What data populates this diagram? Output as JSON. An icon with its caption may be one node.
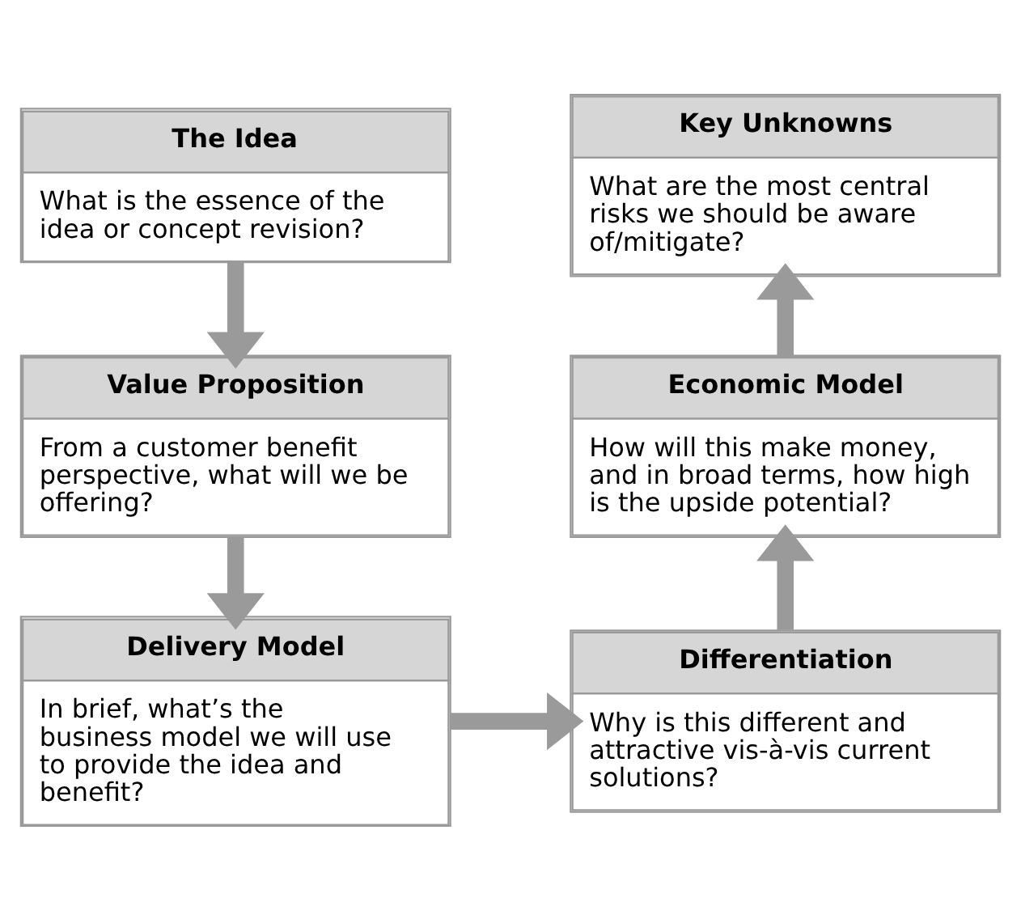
{
  "diagram": {
    "nodes": [
      {
        "text": [
          "The Idea",
          "What is the essence of the idea or concept revision?"
        ]
      },
      {
        "text": [
          "Key Unknowns",
          "What are the most central risks we should be aware of/mitigate?"
        ]
      },
      {
        "text": [
          "Value Proposition",
          "From a customer benefit perspective, what will we be offering?"
        ]
      },
      {
        "text": [
          "Economic Model",
          "How will this make money, and in broad terms, how high is the upside potential?"
        ]
      },
      {
        "text": [
          "Delivery Model",
          "In brief, what’s the business model we will use to provide the idea and benefit?"
        ]
      },
      {
        "text": [
          "Differentiation",
          "Why is this different and attractive vis-à-vis current solutions?"
        ]
      }
    ],
    "edges": [
      {
        "from": 0,
        "to": 2,
        "arrow": "to"
      },
      {
        "from": 2,
        "to": 4,
        "arrow": "to"
      },
      {
        "from": 4,
        "to": 5,
        "arrow": "to"
      },
      {
        "from": 5,
        "to": 3,
        "arrow": "to"
      },
      {
        "from": 3,
        "to": 1,
        "arrow": "to"
      }
    ]
  }
}
